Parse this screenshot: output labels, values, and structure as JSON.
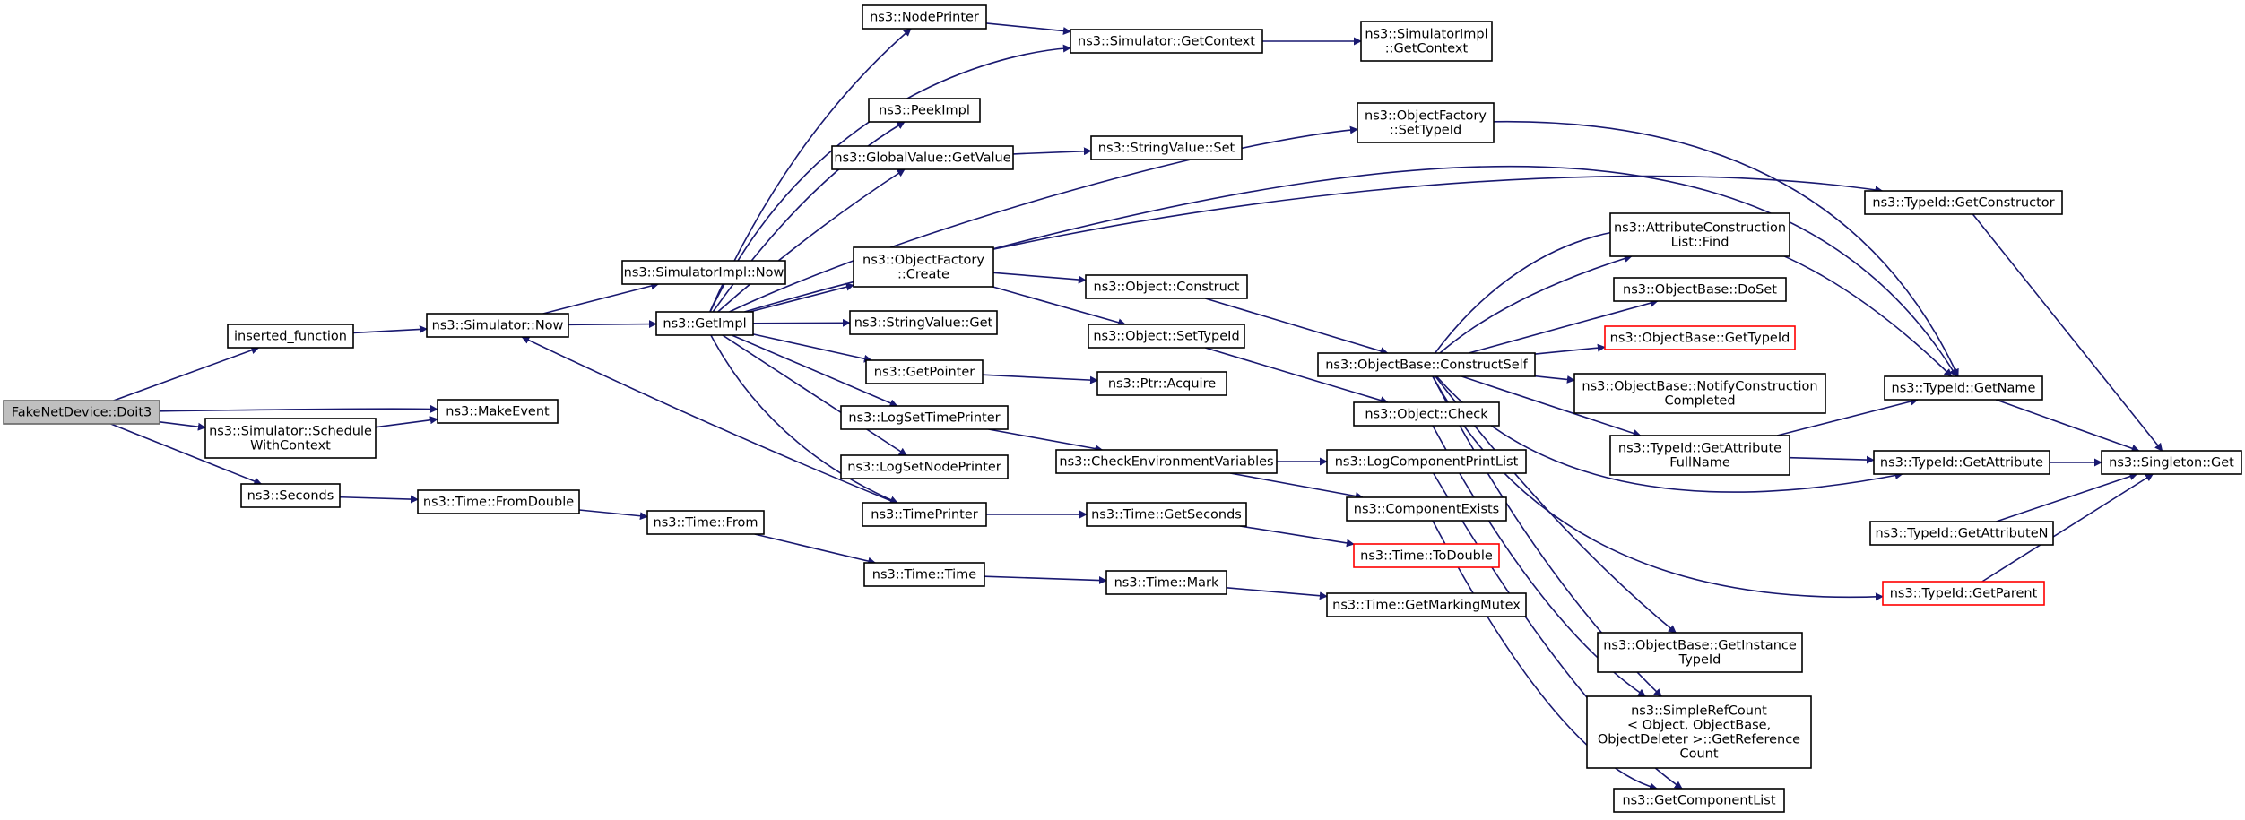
{
  "graph": {
    "colors": {
      "edge": "#191970",
      "node_border": "#000000",
      "root_fill": "#bfbfbf",
      "root_border": "#666666",
      "truncated_border": "#ff0000"
    },
    "nodes": [
      {
        "id": "doit3",
        "lines": [
          "FakeNetDevice::Doit3"
        ],
        "style": "root"
      },
      {
        "id": "inserted",
        "lines": [
          "inserted_function"
        ]
      },
      {
        "id": "schedctx",
        "lines": [
          "ns3::Simulator::Schedule",
          "WithContext"
        ]
      },
      {
        "id": "seconds",
        "lines": [
          "ns3::Seconds"
        ]
      },
      {
        "id": "simnow",
        "lines": [
          "ns3::Simulator::Now"
        ]
      },
      {
        "id": "makeevent",
        "lines": [
          "ns3::MakeEvent"
        ]
      },
      {
        "id": "fromdouble",
        "lines": [
          "ns3::Time::FromDouble"
        ]
      },
      {
        "id": "simimplnow",
        "lines": [
          "ns3::SimulatorImpl::Now"
        ]
      },
      {
        "id": "getimpl",
        "lines": [
          "ns3::GetImpl"
        ]
      },
      {
        "id": "timefrom",
        "lines": [
          "ns3::Time::From"
        ]
      },
      {
        "id": "nodeprinter",
        "lines": [
          "ns3::NodePrinter"
        ]
      },
      {
        "id": "peekimpl",
        "lines": [
          "ns3::PeekImpl"
        ]
      },
      {
        "id": "gvgetvalue",
        "lines": [
          "ns3::GlobalValue::GetValue"
        ]
      },
      {
        "id": "ofcreate",
        "lines": [
          "ns3::ObjectFactory",
          "::Create"
        ]
      },
      {
        "id": "svget",
        "lines": [
          "ns3::StringValue::Get"
        ]
      },
      {
        "id": "getpointer",
        "lines": [
          "ns3::GetPointer"
        ]
      },
      {
        "id": "logsettime",
        "lines": [
          "ns3::LogSetTimePrinter"
        ]
      },
      {
        "id": "logsetnode",
        "lines": [
          "ns3::LogSetNodePrinter"
        ]
      },
      {
        "id": "timeprinter",
        "lines": [
          "ns3::TimePrinter"
        ]
      },
      {
        "id": "timetime",
        "lines": [
          "ns3::Time::Time"
        ]
      },
      {
        "id": "simgetctx",
        "lines": [
          "ns3::Simulator::GetContext"
        ]
      },
      {
        "id": "svset",
        "lines": [
          "ns3::StringValue::Set"
        ]
      },
      {
        "id": "objconstruct",
        "lines": [
          "ns3::Object::Construct"
        ]
      },
      {
        "id": "objsettypeid",
        "lines": [
          "ns3::Object::SetTypeId"
        ]
      },
      {
        "id": "ptracquire",
        "lines": [
          "ns3::Ptr::Acquire"
        ]
      },
      {
        "id": "checkenv",
        "lines": [
          "ns3::CheckEnvironmentVariables"
        ]
      },
      {
        "id": "getseconds",
        "lines": [
          "ns3::Time::GetSeconds"
        ]
      },
      {
        "id": "timemark",
        "lines": [
          "ns3::Time::Mark"
        ]
      },
      {
        "id": "simimplgetctx",
        "lines": [
          "ns3::SimulatorImpl",
          "::GetContext"
        ]
      },
      {
        "id": "ofsettypeid",
        "lines": [
          "ns3::ObjectFactory",
          "::SetTypeId"
        ]
      },
      {
        "id": "obconstructself",
        "lines": [
          "ns3::ObjectBase::ConstructSelf"
        ]
      },
      {
        "id": "objcheck",
        "lines": [
          "ns3::Object::Check"
        ]
      },
      {
        "id": "logcomplist",
        "lines": [
          "ns3::LogComponentPrintList"
        ]
      },
      {
        "id": "compexists",
        "lines": [
          "ns3::ComponentExists"
        ]
      },
      {
        "id": "todouble",
        "lines": [
          "ns3::Time::ToDouble"
        ],
        "style": "red"
      },
      {
        "id": "getmarkingmutex",
        "lines": [
          "ns3::Time::GetMarkingMutex"
        ]
      },
      {
        "id": "acfind",
        "lines": [
          "ns3::AttributeConstruction",
          "List::Find"
        ]
      },
      {
        "id": "obdoset",
        "lines": [
          "ns3::ObjectBase::DoSet"
        ]
      },
      {
        "id": "obgettypeid",
        "lines": [
          "ns3::ObjectBase::GetTypeId"
        ],
        "style": "red"
      },
      {
        "id": "obnotify",
        "lines": [
          "ns3::ObjectBase::NotifyConstruction",
          "Completed"
        ]
      },
      {
        "id": "tidgetattrfull",
        "lines": [
          "ns3::TypeId::GetAttribute",
          "FullName"
        ]
      },
      {
        "id": "obgetinstance",
        "lines": [
          "ns3::ObjectBase::GetInstance",
          "TypeId"
        ]
      },
      {
        "id": "simplerefcount",
        "lines": [
          "ns3::SimpleRefCount",
          "< Object, ObjectBase,",
          "ObjectDeleter >::GetReference",
          "Count"
        ]
      },
      {
        "id": "getcomplist",
        "lines": [
          "ns3::GetComponentList"
        ]
      },
      {
        "id": "tidgetconstructor",
        "lines": [
          "ns3::TypeId::GetConstructor"
        ]
      },
      {
        "id": "tidgetname",
        "lines": [
          "ns3::TypeId::GetName"
        ]
      },
      {
        "id": "tidgetattr",
        "lines": [
          "ns3::TypeId::GetAttribute"
        ]
      },
      {
        "id": "tidgetattrn",
        "lines": [
          "ns3::TypeId::GetAttributeN"
        ]
      },
      {
        "id": "tidgetparent",
        "lines": [
          "ns3::TypeId::GetParent"
        ],
        "style": "red"
      },
      {
        "id": "singletonget",
        "lines": [
          "ns3::Singleton::Get"
        ]
      }
    ],
    "edges": [
      [
        "doit3",
        "inserted"
      ],
      [
        "doit3",
        "makeevent"
      ],
      [
        "doit3",
        "schedctx"
      ],
      [
        "doit3",
        "seconds"
      ],
      [
        "inserted",
        "simnow"
      ],
      [
        "schedctx",
        "makeevent"
      ],
      [
        "seconds",
        "fromdouble"
      ],
      [
        "simnow",
        "simimplnow"
      ],
      [
        "simnow",
        "getimpl"
      ],
      [
        "fromdouble",
        "timefrom"
      ],
      [
        "timefrom",
        "timetime"
      ],
      [
        "getimpl",
        "nodeprinter"
      ],
      [
        "getimpl",
        "simgetctx"
      ],
      [
        "getimpl",
        "peekimpl"
      ],
      [
        "getimpl",
        "gvgetvalue"
      ],
      [
        "getimpl",
        "ofsettypeid"
      ],
      [
        "getimpl",
        "tidgetconstructor"
      ],
      [
        "getimpl",
        "ofcreate"
      ],
      [
        "getimpl",
        "svget"
      ],
      [
        "getimpl",
        "getpointer"
      ],
      [
        "getimpl",
        "logsettime"
      ],
      [
        "getimpl",
        "logsetnode"
      ],
      [
        "getimpl",
        "timeprinter"
      ],
      [
        "timeprinter",
        "simnow"
      ],
      [
        "nodeprinter",
        "simgetctx"
      ],
      [
        "simgetctx",
        "simimplgetctx"
      ],
      [
        "gvgetvalue",
        "svset"
      ],
      [
        "ofcreate",
        "objconstruct"
      ],
      [
        "ofcreate",
        "objsettypeid"
      ],
      [
        "ofcreate",
        "tidgetname"
      ],
      [
        "getpointer",
        "ptracquire"
      ],
      [
        "logsettime",
        "checkenv"
      ],
      [
        "timeprinter",
        "getseconds"
      ],
      [
        "timetime",
        "timemark"
      ],
      [
        "objconstruct",
        "obconstructself"
      ],
      [
        "objsettypeid",
        "objcheck"
      ],
      [
        "checkenv",
        "logcomplist"
      ],
      [
        "checkenv",
        "compexists"
      ],
      [
        "getseconds",
        "todouble"
      ],
      [
        "timemark",
        "getmarkingmutex"
      ],
      [
        "obconstructself",
        "acfind"
      ],
      [
        "obconstructself",
        "obdoset"
      ],
      [
        "obconstructself",
        "obgettypeid"
      ],
      [
        "obconstructself",
        "obnotify"
      ],
      [
        "obconstructself",
        "tidgetattrfull"
      ],
      [
        "obconstructself",
        "obgetinstance"
      ],
      [
        "obconstructself",
        "simplerefcount"
      ],
      [
        "obconstructself",
        "tidgetname"
      ],
      [
        "obconstructself",
        "tidgetattr"
      ],
      [
        "obconstructself",
        "tidgetparent"
      ],
      [
        "objcheck",
        "simplerefcount"
      ],
      [
        "logcomplist",
        "getcomplist"
      ],
      [
        "compexists",
        "getcomplist"
      ],
      [
        "ofsettypeid",
        "tidgetname"
      ],
      [
        "tidgetattrfull",
        "tidgetname"
      ],
      [
        "tidgetattrfull",
        "tidgetattr"
      ],
      [
        "tidgetconstructor",
        "singletonget"
      ],
      [
        "tidgetname",
        "singletonget"
      ],
      [
        "tidgetattr",
        "singletonget"
      ],
      [
        "tidgetattrn",
        "singletonget"
      ],
      [
        "tidgetparent",
        "singletonget"
      ]
    ]
  }
}
